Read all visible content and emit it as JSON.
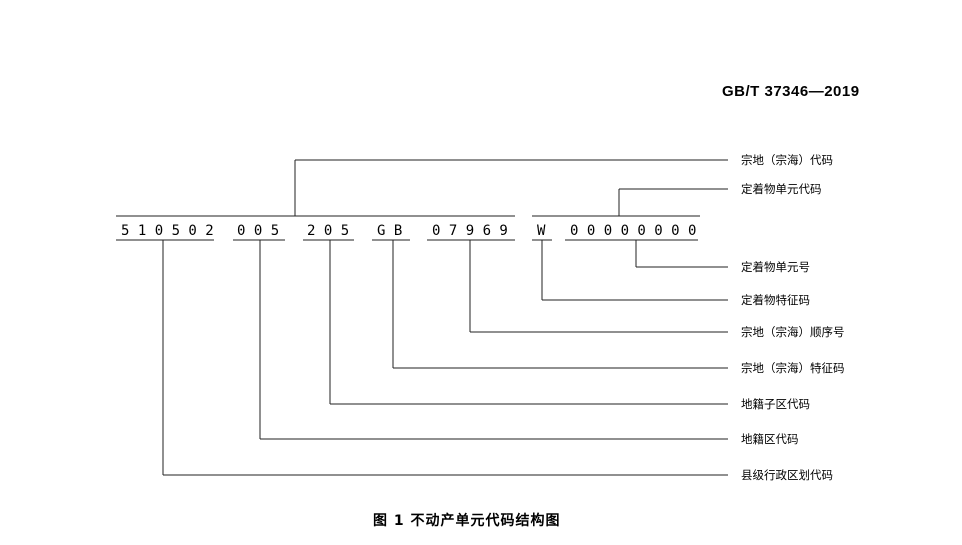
{
  "header": {
    "standard_number": "GB/T  37346—2019"
  },
  "code_segments": [
    {
      "id": "seg-county",
      "text": "5 1 0 5 0 2"
    },
    {
      "id": "seg-district",
      "text": "0 0 5"
    },
    {
      "id": "seg-subdistrict",
      "text": "2 0 5"
    },
    {
      "id": "seg-parcel-feature",
      "text": "G B"
    },
    {
      "id": "seg-parcel-seq",
      "text": "0 7 9 6 9"
    },
    {
      "id": "seg-fixture-feature",
      "text": "W"
    },
    {
      "id": "seg-fixture-unit",
      "text": "0 0 0 0 0 0 0 0"
    }
  ],
  "labels": {
    "parcel_code": "宗地（宗海）代码",
    "fixture_unit_code": "定着物单元代码",
    "fixture_unit_no": "定着物单元号",
    "fixture_feature_code": "定着物特征码",
    "parcel_seq_no": "宗地（宗海）顺序号",
    "parcel_feature_code": "宗地（宗海）特征码",
    "cadastral_subdistrict_code": "地籍子区代码",
    "cadastral_district_code": "地籍区代码",
    "county_division_code": "县级行政区划代码"
  },
  "caption": "图 1   不动产单元代码结构图"
}
